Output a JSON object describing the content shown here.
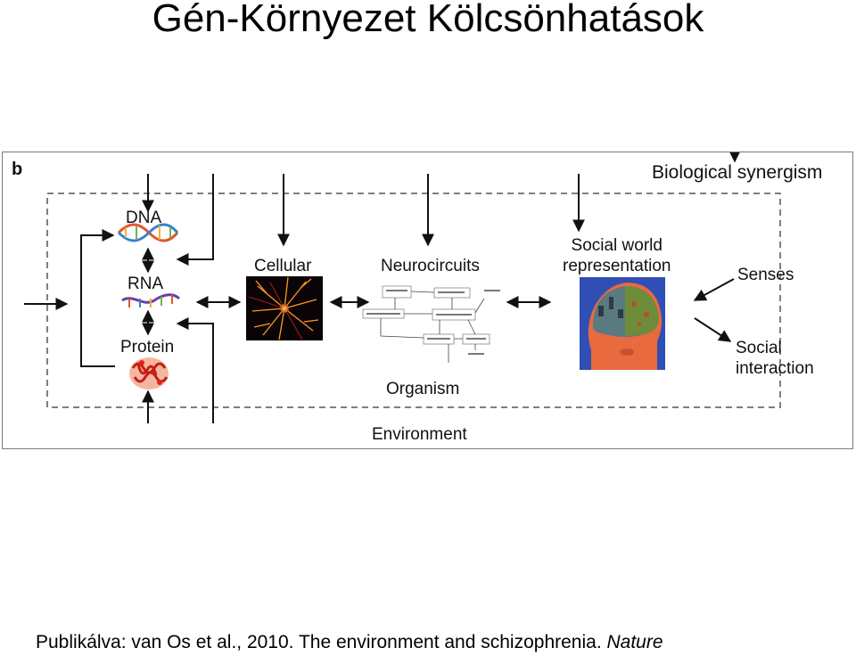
{
  "slide": {
    "title": "Gén-Környezet Kölcsönhatások",
    "citation": "Publikálva: van Os et al., 2010. The environment and schizophrenia.",
    "citation_journal": "Nature"
  },
  "figure": {
    "panel_letter": "b",
    "labels": {
      "biological_synergism": "Biological synergism",
      "dna": "DNA",
      "rna": "RNA",
      "protein": "Protein",
      "cellular": "Cellular",
      "neurocircuits": "Neurocircuits",
      "social_world_line1": "Social world",
      "social_world_line2": "representation",
      "senses": "Senses",
      "social_interaction_line1": "Social",
      "social_interaction_line2": "interaction",
      "organism": "Organism",
      "environment": "Environment"
    },
    "colors": {
      "border": "#7a7a7a",
      "dashed": "#555555",
      "arrow": "#111111",
      "neuron_bg": "#0b0406",
      "neuron_glow": "#ff9a1f",
      "brain_bg": "#2f4fb5"
    }
  }
}
